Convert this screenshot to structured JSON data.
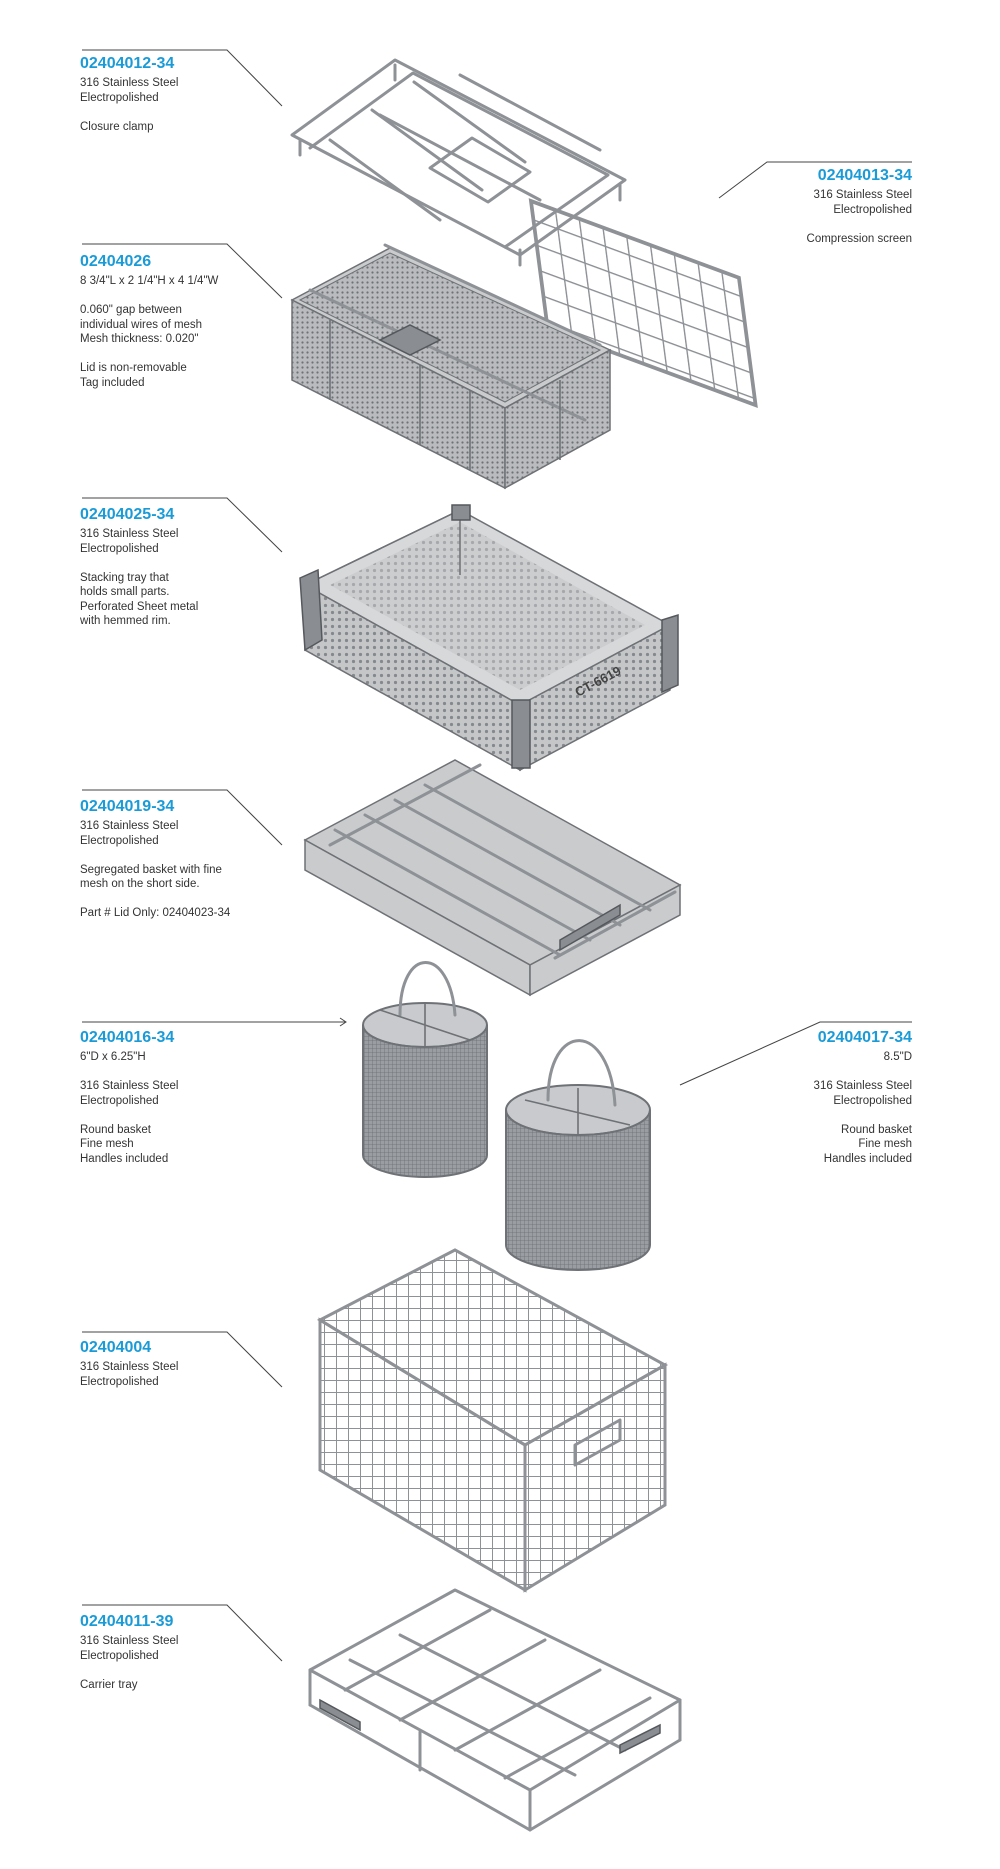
{
  "items": [
    {
      "part_number": "02404012-34",
      "lines": [
        "316 Stainless Steel",
        "Electropolished",
        "",
        "Closure clamp"
      ]
    },
    {
      "part_number": "02404013-34",
      "lines": [
        "316 Stainless Steel",
        "Electropolished",
        "",
        "Compression screen"
      ]
    },
    {
      "part_number": "02404026",
      "lines": [
        "8 3/4\"L x 2 1/4\"H x 4 1/4\"W",
        "",
        "0.060\" gap between",
        "individual wires of mesh",
        "Mesh thickness: 0.020\"",
        "",
        "Lid is non-removable",
        "Tag included"
      ]
    },
    {
      "part_number": "02404025-34",
      "lines": [
        "316 Stainless Steel",
        "Electropolished",
        "",
        "Stacking tray that",
        "holds small parts.",
        "Perforated Sheet metal",
        "with hemmed rim."
      ]
    },
    {
      "part_number": "02404019-34",
      "lines": [
        "316 Stainless Steel",
        "Electropolished",
        "",
        "Segregated basket with fine",
        "mesh on the short side.",
        "",
        "Part # Lid Only: 02404023-34"
      ]
    },
    {
      "part_number": "02404016-34",
      "lines": [
        "6\"D x 6.25\"H",
        "",
        "316 Stainless Steel",
        "Electropolished",
        "",
        "Round basket",
        "Fine mesh",
        "Handles included"
      ]
    },
    {
      "part_number": "02404017-34",
      "lines": [
        "8.5\"D",
        "",
        "316 Stainless Steel",
        "Electropolished",
        "",
        "Round basket",
        "Fine mesh",
        "Handles included"
      ]
    },
    {
      "part_number": "02404004",
      "lines": [
        "316 Stainless Steel",
        "Electropolished"
      ]
    },
    {
      "part_number": "02404011-39",
      "lines": [
        "316 Stainless Steel",
        "Electropolished",
        "",
        "Carrier tray"
      ]
    }
  ],
  "tray_tag": "CT-6619",
  "colors": {
    "accent": "#1a9bd7",
    "text": "#333333",
    "metal": "#8e9195"
  }
}
